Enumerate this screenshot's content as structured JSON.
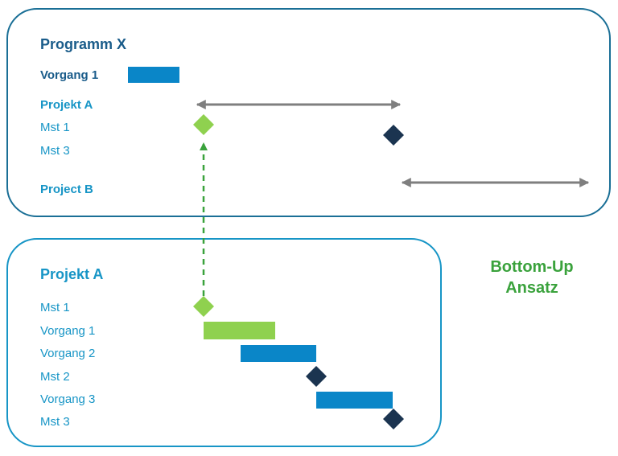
{
  "programm": {
    "title": "Programm X",
    "rows": [
      "Vorgang 1",
      "Projekt A",
      "Mst 1",
      "Mst 3",
      "Project B"
    ]
  },
  "projekt": {
    "title": "Projekt A",
    "rows": [
      "Mst 1",
      "Vorgang 1",
      "Vorgang 2",
      "Mst 2",
      "Vorgang 3",
      "Mst 3"
    ]
  },
  "approach": {
    "line1": "Bottom-Up",
    "line2": "Ansatz"
  },
  "colors": {
    "dark_blue": "#1a5c8a",
    "light_blue": "#1795c6",
    "bar_blue": "#0a86c8",
    "green": "#8fd14f",
    "navy_milestone": "#1b3450",
    "arrow_gray": "#7f7f7f",
    "dashed_green": "#3aa23c"
  }
}
